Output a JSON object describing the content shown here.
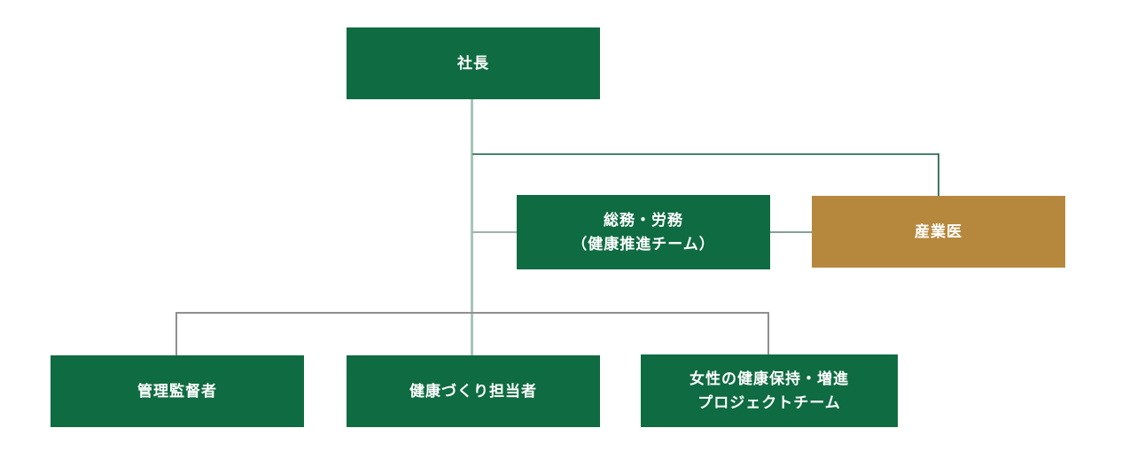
{
  "diagram": {
    "type": "org-chart",
    "colors": {
      "primary_box": "#0f6b41",
      "accent_box": "#b6883d",
      "box_text": "#ffffff",
      "trunk_line": "#a9c4b9",
      "physician_line": "#3e7765",
      "mid_line": "#9ab4aa",
      "bottom_line": "#8f8f8f",
      "background": "#ffffff"
    },
    "nodes": {
      "president": {
        "label": "社長"
      },
      "general_affairs": {
        "lines": [
          "総務・労務",
          "（健康推進チーム）"
        ]
      },
      "occupational_physician": {
        "label": "産業医"
      },
      "managers": {
        "label": "管理監督者"
      },
      "health_promotion_staff": {
        "label": "健康づくり担当者"
      },
      "womens_health_team": {
        "lines": [
          "女性の健康保持・増進",
          "プロジェクトチーム"
        ]
      }
    }
  }
}
